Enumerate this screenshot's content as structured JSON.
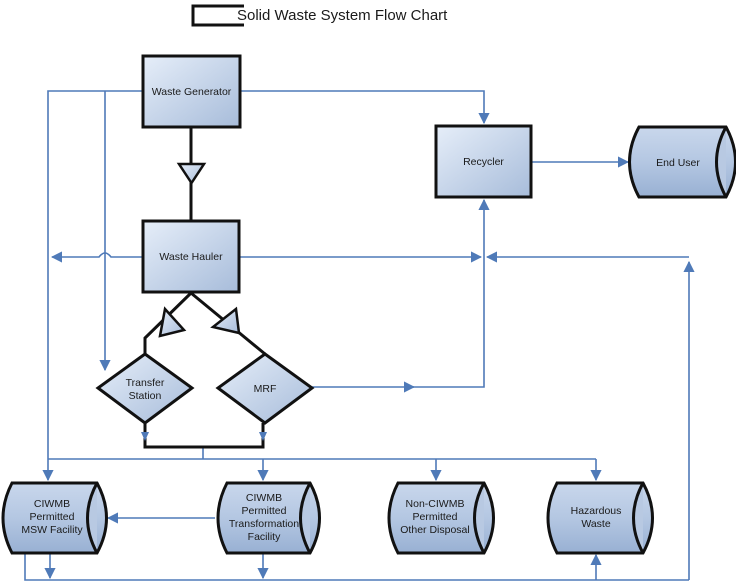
{
  "title": "Solid Waste System Flow Chart",
  "colors": {
    "flow_line": "#4f7ab8",
    "shape_fill_light": "#dfe8f5",
    "shape_fill_dark": "#a9bedb",
    "outline": "#111111"
  },
  "nodes": {
    "generator": {
      "label": [
        "Waste Generator"
      ],
      "shape": "process"
    },
    "hauler": {
      "label": [
        "Waste Hauler"
      ],
      "shape": "process"
    },
    "recycler": {
      "label": [
        "Recycler"
      ],
      "shape": "process"
    },
    "end_user": {
      "label": [
        "End User"
      ],
      "shape": "storage"
    },
    "transfer": {
      "label": [
        "Transfer",
        "Station"
      ],
      "shape": "decision"
    },
    "mrf": {
      "label": [
        "MRF"
      ],
      "shape": "decision"
    },
    "msw": {
      "label": [
        "CIWMB",
        "Permitted",
        "MSW Facility"
      ],
      "shape": "storage"
    },
    "transformation": {
      "label": [
        "CIWMB",
        "Permitted",
        "Transformation",
        "Facility"
      ],
      "shape": "storage"
    },
    "other": {
      "label": [
        "Non-CIWMB",
        "Permitted",
        "Other Disposal"
      ],
      "shape": "storage"
    },
    "hazardous": {
      "label": [
        "Hazardous",
        "Waste"
      ],
      "shape": "storage"
    }
  },
  "edges": [
    {
      "from": "generator",
      "to": "hauler",
      "type": "merge"
    },
    {
      "from": "generator",
      "to": "recycler"
    },
    {
      "from": "generator",
      "to": "msw"
    },
    {
      "from": "generator",
      "to": "transfer"
    },
    {
      "from": "hauler",
      "to": "transfer",
      "type": "merge"
    },
    {
      "from": "hauler",
      "to": "mrf",
      "type": "merge"
    },
    {
      "from": "hauler",
      "to": "recycler"
    },
    {
      "from": "hauler",
      "to": "msw"
    },
    {
      "from": "mrf",
      "to": "recycler"
    },
    {
      "from": "transfer",
      "to": "msw"
    },
    {
      "from": "transfer",
      "to": "transformation"
    },
    {
      "from": "transfer",
      "to": "other"
    },
    {
      "from": "transfer",
      "to": "hazardous"
    },
    {
      "from": "mrf",
      "to": "msw"
    },
    {
      "from": "transformation",
      "to": "msw"
    },
    {
      "from": "recycler",
      "to": "end_user"
    },
    {
      "from": "msw",
      "to": "hazardous"
    },
    {
      "from": "transformation",
      "to": "hazardous"
    },
    {
      "from": "msw",
      "to": "recycler"
    }
  ]
}
